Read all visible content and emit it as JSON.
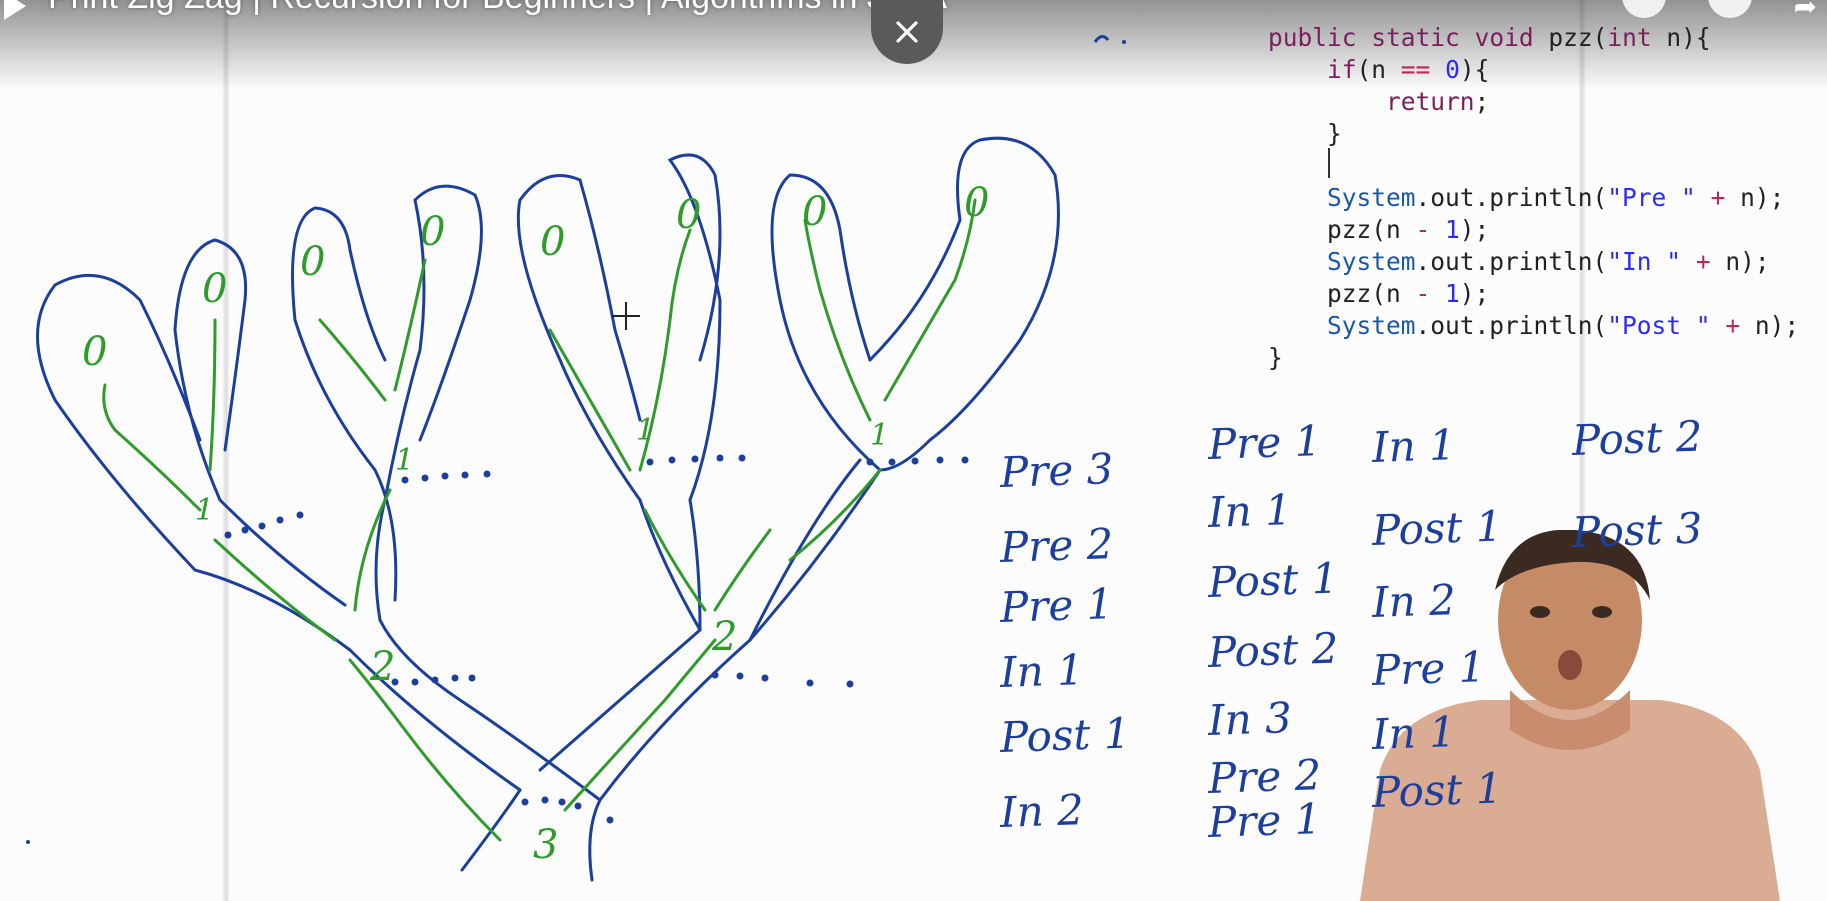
{
  "video": {
    "title": "Print Zig Zag | Recursion for Beginners | Algorithms in JAVA",
    "icons": {
      "play": "play-icon",
      "close": "close-icon",
      "share": "share-icon",
      "more": "more-icon",
      "forward": "forward-icon"
    }
  },
  "code": {
    "lines": [
      [
        "public static void pzz(int n){"
      ],
      [
        "    if(n == 0){"
      ],
      [
        "        return;"
      ],
      [
        "    }"
      ],
      [
        ""
      ],
      [
        "    System.out.println(\"Pre \" + n);"
      ],
      [
        "    pzz(n - 1);"
      ],
      [
        "    System.out.println(\"In \" + n);"
      ],
      [
        "    pzz(n - 1);"
      ],
      [
        "    System.out.println(\"Post \" + n);"
      ],
      [
        "}"
      ]
    ]
  },
  "tree": {
    "root_label": "3",
    "level2_labels": [
      "2",
      "2"
    ],
    "level1_labels": [
      "1",
      "1",
      "1",
      "1"
    ],
    "leaf_labels": [
      "0",
      "0",
      "0",
      "0",
      "0",
      "0",
      "0",
      "0"
    ]
  },
  "trace": {
    "col1": [
      "Pre 3",
      "Pre 2",
      "Pre 1",
      "In 1",
      "Post 1",
      "In 2"
    ],
    "col2": [
      "Pre 1",
      "In 1",
      "Post 1",
      "Post 2",
      "In 3",
      "Pre 2",
      "Pre 1"
    ],
    "col3": [
      "In 1",
      "Post 1",
      "In 2",
      "Pre 1",
      "In 1",
      "Post 1"
    ],
    "col4": [
      "Post 2",
      "Post 3"
    ]
  },
  "colors": {
    "outline": "#1d3f9c",
    "green_path": "#2f9b2a",
    "code_keyword": "#7a1f5c",
    "code_string": "#2a2aff",
    "presenter_shirt": "#d8a58b",
    "close_button": "#5a5a5a"
  }
}
